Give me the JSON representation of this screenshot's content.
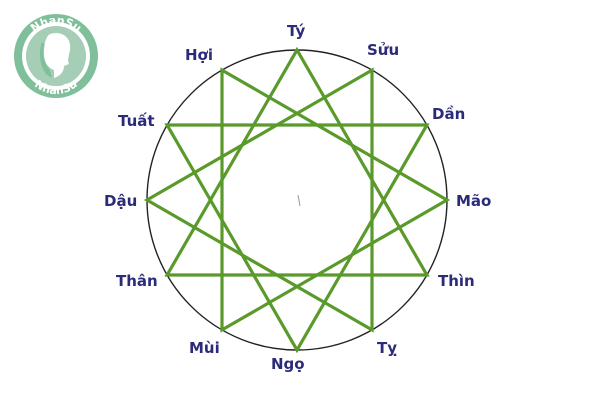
{
  "logo": {
    "text_top": "NhanSu",
    "text_bottom": "NhanSu",
    "color": "#7fbf9a",
    "ring_color": "#a6cdb5",
    "icon": "woman-profile-logo"
  },
  "diagram": {
    "circle_color": "#222222",
    "line_color": "#5a9a2b",
    "label_color": "#2b2b7a",
    "labels": [
      {
        "key": "ty_rat",
        "text": "Tý"
      },
      {
        "key": "suu",
        "text": "Sửu"
      },
      {
        "key": "dan",
        "text": "Dần"
      },
      {
        "key": "mao",
        "text": "Mão"
      },
      {
        "key": "thin",
        "text": "Thìn"
      },
      {
        "key": "ty_snake",
        "text": "Tỵ"
      },
      {
        "key": "ngo",
        "text": "Ngọ"
      },
      {
        "key": "mui",
        "text": "Mùi"
      },
      {
        "key": "than",
        "text": "Thân"
      },
      {
        "key": "dau",
        "text": "Dậu"
      },
      {
        "key": "tuat",
        "text": "Tuất"
      },
      {
        "key": "hoi",
        "text": "Hợi"
      }
    ]
  }
}
